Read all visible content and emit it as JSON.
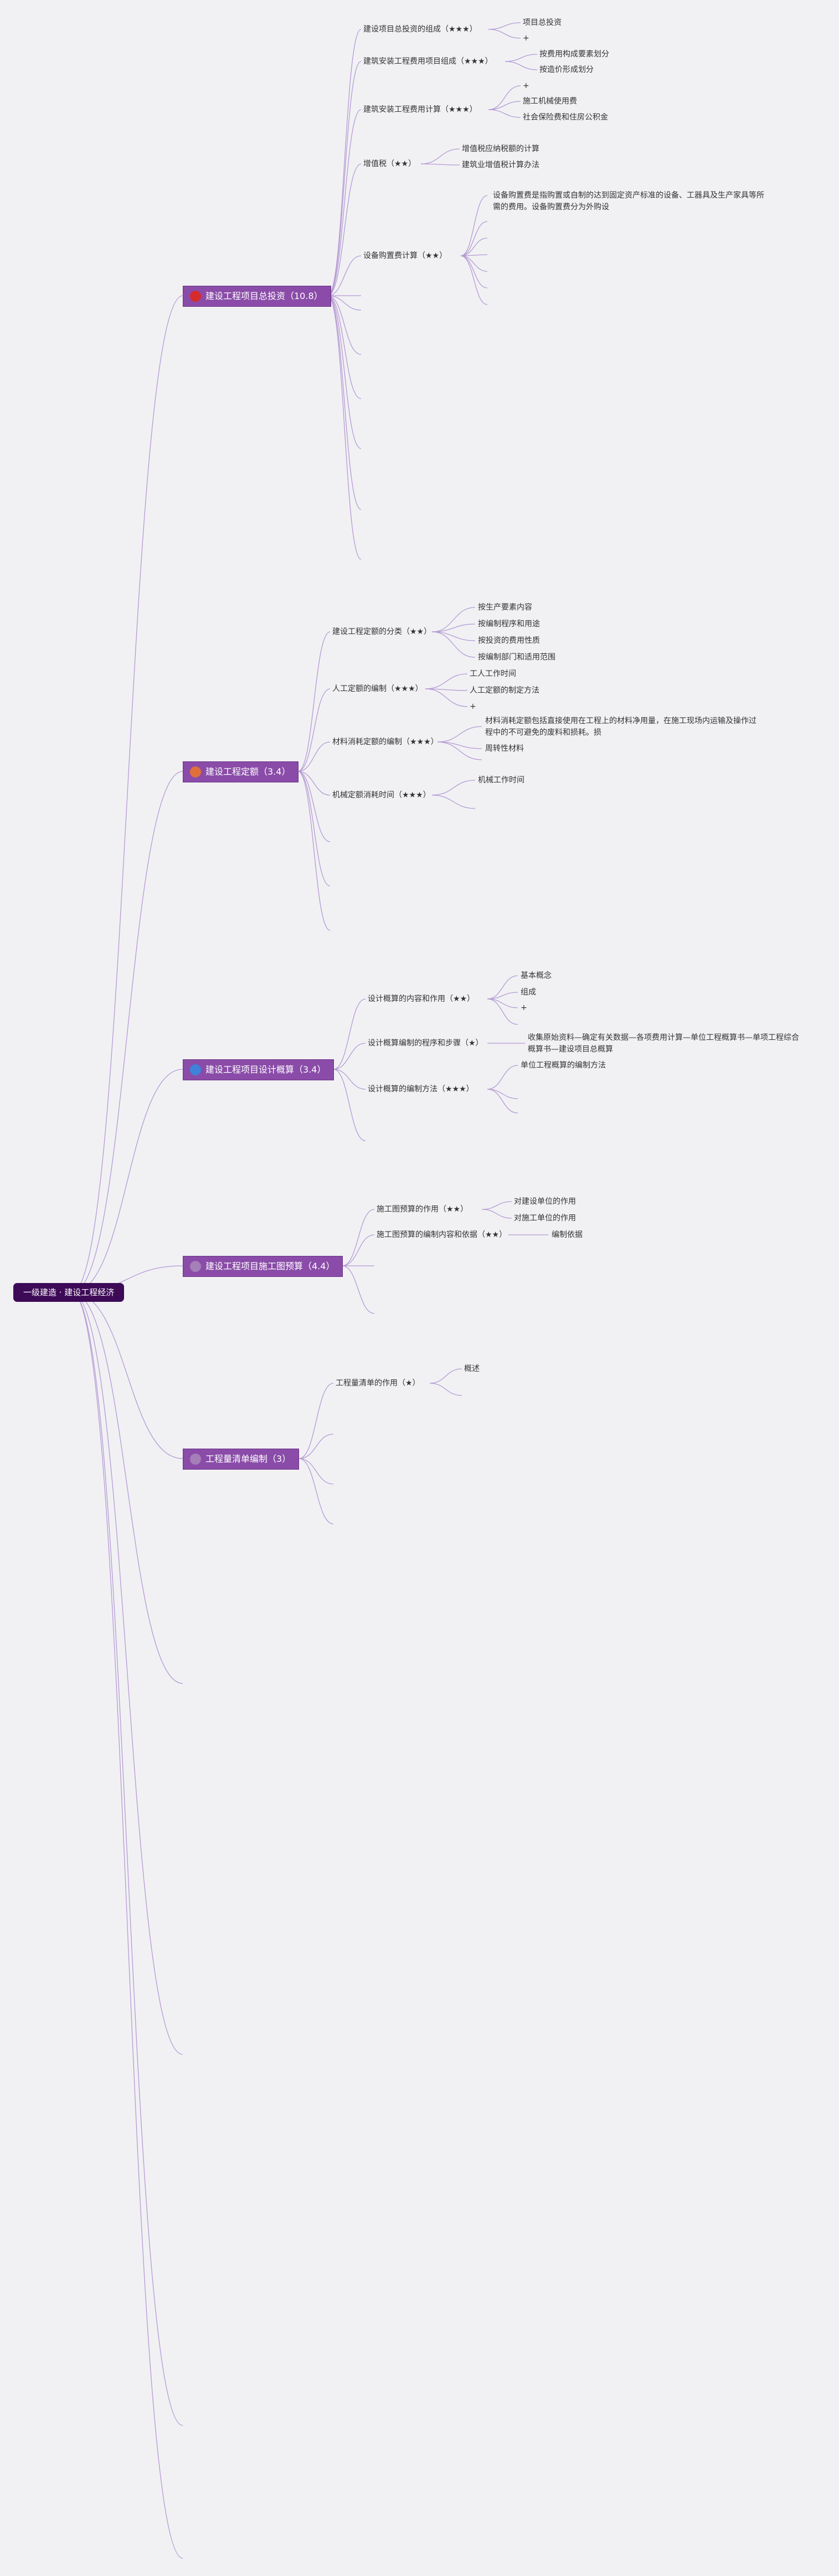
{
  "root": {
    "label": "一级建造 · 建设工程经济"
  },
  "colors": {
    "line": "#b59ad2",
    "main": "#8a4ca8",
    "root": "#3d0a57"
  },
  "branches": [
    {
      "label": "建设工程项目总投资（10.8）",
      "icon_color": "#d62b2b",
      "subs": [
        {
          "label": "建设项目总投资的组成（★★★）",
          "leaves": [
            "项目总投资",
            "+"
          ]
        },
        {
          "label": "建筑安装工程费用项目组成（★★★）",
          "leaves": [
            "按费用构成要素划分",
            "按造价形成划分"
          ]
        },
        {
          "label": "建筑安装工程费用计算（★★★）",
          "leaves": [
            "+",
            "施工机械使用费",
            "社会保险费和住房公积金"
          ]
        },
        {
          "label": "增值税（★★）",
          "leaves": [
            "增值税应纳税额的计算",
            "建筑业增值税计算办法"
          ]
        },
        {
          "label": "设备购置费计算（★★）",
          "leaves": [
            "设备购置费是指购置或自制的达到固定资产标准的设备、工器具及生产家具等所需的费用。设备购置费分为外购设"
          ]
        }
      ]
    },
    {
      "label": "建设工程定额（3.4）",
      "icon_color": "#e0703a",
      "subs": [
        {
          "label": "建设工程定额的分类（★★）",
          "leaves": [
            "按生产要素内容",
            "按编制程序和用途",
            "按投资的费用性质",
            "按编制部门和适用范围"
          ]
        },
        {
          "label": "人工定额的编制（★★★）",
          "leaves": [
            "工人工作时间",
            "人工定额的制定方法",
            "+"
          ]
        },
        {
          "label": "材料消耗定额的编制（★★★）",
          "leaves": [
            "材料消耗定额包括直接使用在工程上的材料净用量，在施工现场内运输及操作过程中的不可避免的废料和损耗。损",
            "周转性材料"
          ]
        },
        {
          "label": "机械定额消耗时间（★★★）",
          "leaves": [
            "机械工作时间"
          ]
        }
      ]
    },
    {
      "label": "建设工程项目设计概算（3.4）",
      "icon_color": "#3f82d9",
      "subs": [
        {
          "label": "设计概算的内容和作用（★★）",
          "leaves": [
            "基本概念",
            "组成",
            "+"
          ]
        },
        {
          "label": "设计概算编制的程序和步骤（★）",
          "leaves": [
            "收集原始资料—确定有关数据—各项费用计算—单位工程概算书—单项工程综合概算书—建设项目总概算"
          ]
        },
        {
          "label": "设计概算的编制方法（★★★）",
          "leaves": [
            "单位工程概算的编制方法"
          ]
        }
      ]
    },
    {
      "label": "建设工程项目施工图预算（4.4）",
      "icon_color": "#a57fb8",
      "subs": [
        {
          "label": "施工图预算的作用（★★）",
          "leaves": [
            "对建设单位的作用",
            "对施工单位的作用"
          ]
        },
        {
          "label": "施工图预算的编制内容和依据（★★）",
          "leaves": [
            "编制依据"
          ]
        }
      ]
    },
    {
      "label": "工程量清单编制（3）",
      "icon_color": "#a57fb8",
      "subs": [
        {
          "label": "工程量清单的作用（★）",
          "leaves": [
            "概述"
          ]
        }
      ]
    }
  ]
}
